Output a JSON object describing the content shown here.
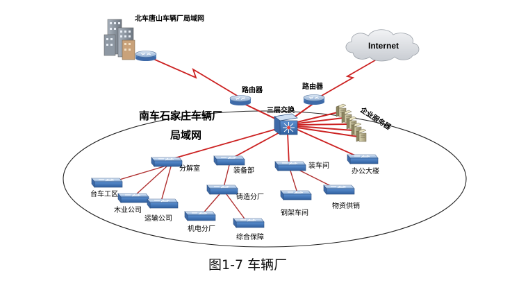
{
  "labels": {
    "remote_lan": "北车唐山车辆厂局域网",
    "internet": "Internet",
    "router_left": "路由器",
    "router_right": "路由器",
    "core_switch": "三层交换",
    "lan_title_line1": "南车石家庄车辆厂",
    "lan_title_line2": "局域网",
    "servers": "企业服务器",
    "dept_fenjieshi": "分解室",
    "dept_zhuangbeibu": "装备部",
    "dept_zhuangchejian": "装车间",
    "dept_bangongdalou": "办公大楼",
    "dept_taichegongqu": "台车工区",
    "dept_muyegongsi": "木业公司",
    "dept_yunshugongsi": "运输公司",
    "dept_zhuzaofenchang": "铸造分厂",
    "dept_jidianfenchang": "机电分厂",
    "dept_zonghebaozhang": "综合保障",
    "dept_gangjiachejian": "钢架车间",
    "dept_wuzigongxiao": "物资供销"
  },
  "caption": "图1-7 车辆厂",
  "colors": {
    "link": "#cc2222",
    "link_thin": "#b03030",
    "device_blue": "#5b8fd0",
    "router_blue": "#7aa0cc",
    "cloud": "#d9dde2",
    "ellipse": "#222222"
  },
  "icons": {
    "router": "router-icon",
    "switch": "switch-icon",
    "core_switch": "layer3-switch-icon",
    "server": "server-icon",
    "building": "building-icon",
    "cloud": "cloud-icon"
  }
}
